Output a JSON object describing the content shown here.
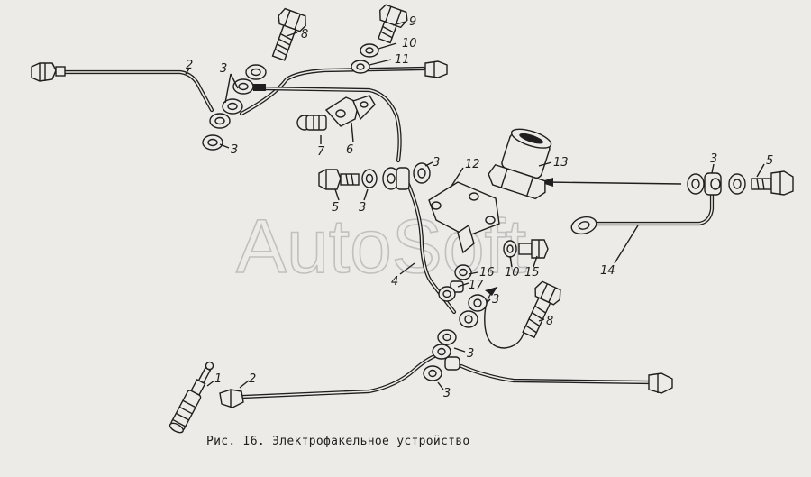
{
  "figure": {
    "caption": "Рис. I6. Электрофакельное устройство",
    "watermark": "AutoSoft"
  },
  "callouts": [
    "1",
    "2",
    "2",
    "3",
    "3",
    "3",
    "3",
    "3",
    "3",
    "3",
    "3",
    "4",
    "5",
    "5",
    "6",
    "7",
    "8",
    "8",
    "9",
    "10",
    "10",
    "11",
    "12",
    "13",
    "14",
    "15",
    "16",
    "17"
  ],
  "colors": {
    "ink": "#1f1f1f",
    "paper": "#ecebe7",
    "watermark": "#b9b9b9"
  }
}
